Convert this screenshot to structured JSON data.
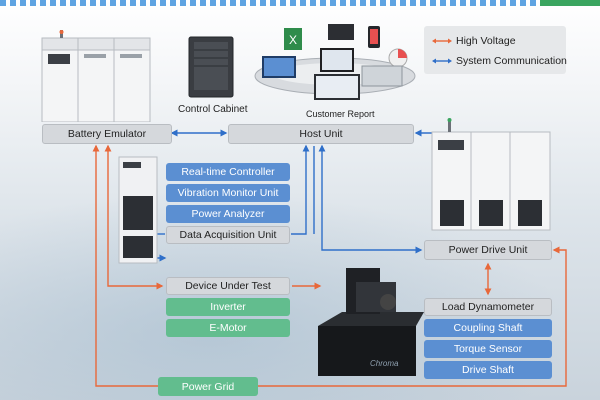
{
  "legend": {
    "high_voltage": "High Voltage",
    "system_communication": "System Communication",
    "high_voltage_color": "#e8683a",
    "system_communication_color": "#2f6fc9"
  },
  "captions": {
    "control_cabinet": "Control Cabinet",
    "customer_report": "Customer Report"
  },
  "nodes": {
    "battery_emulator": "Battery Emulator",
    "host_unit": "Host Unit",
    "realtime_controller": "Real-time Controller",
    "vibration_monitor_unit": "Vibration Monitor Unit",
    "power_analyzer": "Power Analyzer",
    "data_acquisition_unit": "Data Acquisition Unit",
    "device_under_test": "Device Under Test",
    "inverter": "Inverter",
    "e_motor": "E-Motor",
    "power_drive_unit": "Power Drive Unit",
    "load_dynamometer": "Load Dynamometer",
    "coupling_shaft": "Coupling Shaft",
    "torque_sensor": "Torque Sensor",
    "drive_shaft": "Drive Shaft",
    "power_grid": "Power Grid"
  },
  "brand_text": "Chroma"
}
